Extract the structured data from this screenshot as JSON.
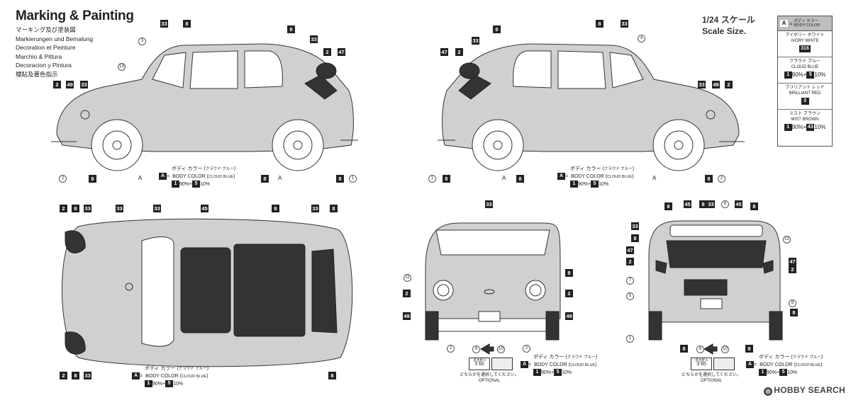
{
  "title": "Marking & Painting",
  "languages": [
    "マーキング及び塗装図",
    "Markierungen und Bemalung",
    "Decoration et Peinture",
    "Marchio & Pittura",
    "Decoracion y Pintura",
    "標貼及著色指示"
  ],
  "scale": {
    "jp": "1/24 スケール",
    "en": "Scale Size."
  },
  "legend": {
    "header": {
      "code": "A",
      "eq": "=",
      "jp": "ボディ カラー",
      "en": "BODY COLOR"
    },
    "items": [
      {
        "jp": "アイボリー ホワイト",
        "en": "IVORY WHITE",
        "code": "316"
      },
      {
        "jp": "クラウド ブルー",
        "en": "CLOUD BLUE",
        "mix": [
          "1",
          "90%",
          "5",
          "10%"
        ]
      },
      {
        "jp": "ブリリアント レッド",
        "en": "BRILLIANT RED",
        "code": "3"
      },
      {
        "jp": "ミスト ブラウン",
        "en": "MIST BROWN",
        "mix": [
          "1",
          "90%",
          "43",
          "10%"
        ]
      }
    ]
  },
  "body_color_note": {
    "code": "A",
    "jp": "ボディ カラー",
    "paren_jp": "クラウド ブルー",
    "en": "BODY COLOR",
    "paren_en": "CLOUD BLUE",
    "mix_a": "1",
    "pct_a": "90%",
    "plus": "+",
    "mix_b": "5",
    "pct_b": "10%"
  },
  "optional": {
    "jp": "どちらかを選択してください。",
    "en": "OPTIONAL",
    "plate": "3 60",
    "plate_small": "名古屋 5"
  },
  "callouts": {
    "num_8": "8",
    "num_33": "33",
    "num_2": "2",
    "num_47": "47",
    "num_49": "49",
    "num_45": "45",
    "circ_1": "1",
    "circ_2": "2",
    "circ_3": "3",
    "circ_4": "4",
    "circ_5": "5",
    "circ_6": "6",
    "circ_7": "7",
    "circ_11": "11",
    "circ_12": "12",
    "circ_13": "13",
    "letter_A": "A",
    "num_9": "9",
    "num_10": "10"
  },
  "colors": {
    "body_blue": "#d0d0d0",
    "ink": "#222222"
  },
  "watermark": "HOBBY SEARCH"
}
